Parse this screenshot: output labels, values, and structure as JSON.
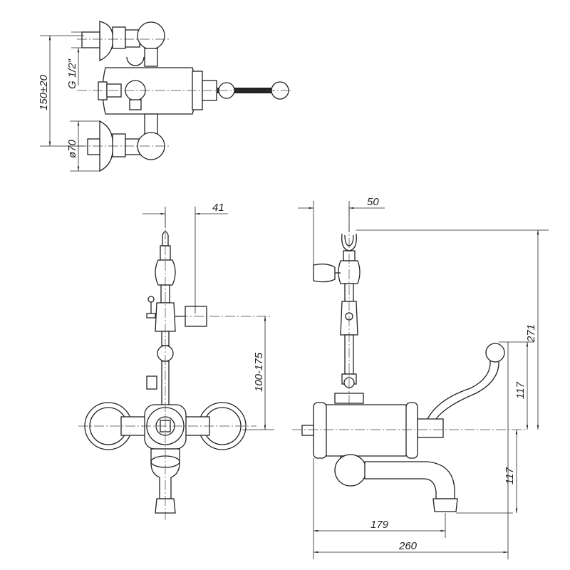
{
  "drawing": {
    "top_view": {
      "dim_spacing": "150±20",
      "dim_thread": "G 1/2\"",
      "dim_diameter": "ø70"
    },
    "front_view": {
      "dim_offset": "41",
      "dim_height_range": "100-175"
    },
    "side_view": {
      "dim_holder_offset": "50",
      "dim_total_height": "271",
      "dim_lever_height": "117",
      "dim_spout_drop": "117",
      "dim_spout_reach": "179",
      "dim_total_depth": "260"
    },
    "line_color": "#222222"
  }
}
